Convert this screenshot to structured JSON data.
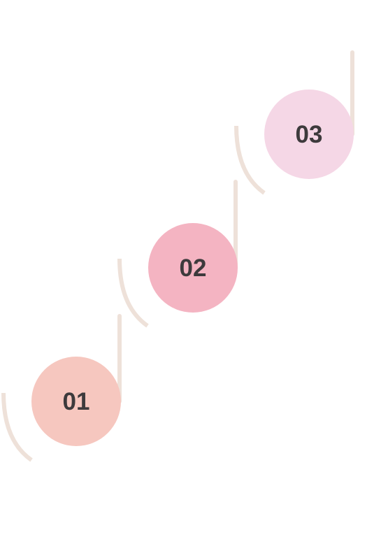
{
  "colors": {
    "background": "#ffffff",
    "connector": "#eee1d9",
    "text": "#3d3a3c"
  },
  "steps": [
    {
      "number": "01",
      "color": "#f6c7bf"
    },
    {
      "number": "02",
      "color": "#f4b4c2"
    },
    {
      "number": "03",
      "color": "#f5d7e6"
    }
  ]
}
